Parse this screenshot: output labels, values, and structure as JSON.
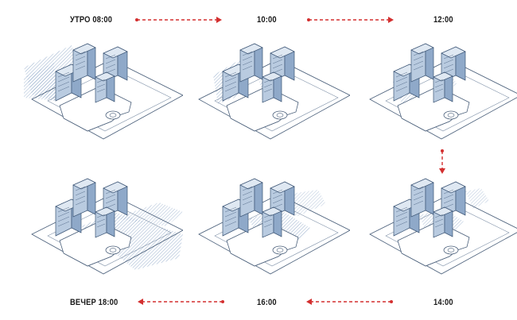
{
  "labels": {
    "t0800": "УТРО  08:00",
    "t1000": "10:00",
    "t1200": "12:00",
    "t1400": "14:00",
    "t1600": "16:00",
    "t1800": "ВЕЧЕР  18:00"
  },
  "colors": {
    "arrow": "#d32f2f",
    "building": "#7f9ec4",
    "shadow": "#9fb6d3",
    "line": "#4a5f7a"
  },
  "panels": [
    {
      "time": "08:00",
      "shadow_direction": "left-long"
    },
    {
      "time": "10:00",
      "shadow_direction": "left"
    },
    {
      "time": "12:00",
      "shadow_direction": "short"
    },
    {
      "time": "14:00",
      "shadow_direction": "right-short"
    },
    {
      "time": "16:00",
      "shadow_direction": "right"
    },
    {
      "time": "18:00",
      "shadow_direction": "right-long"
    }
  ]
}
